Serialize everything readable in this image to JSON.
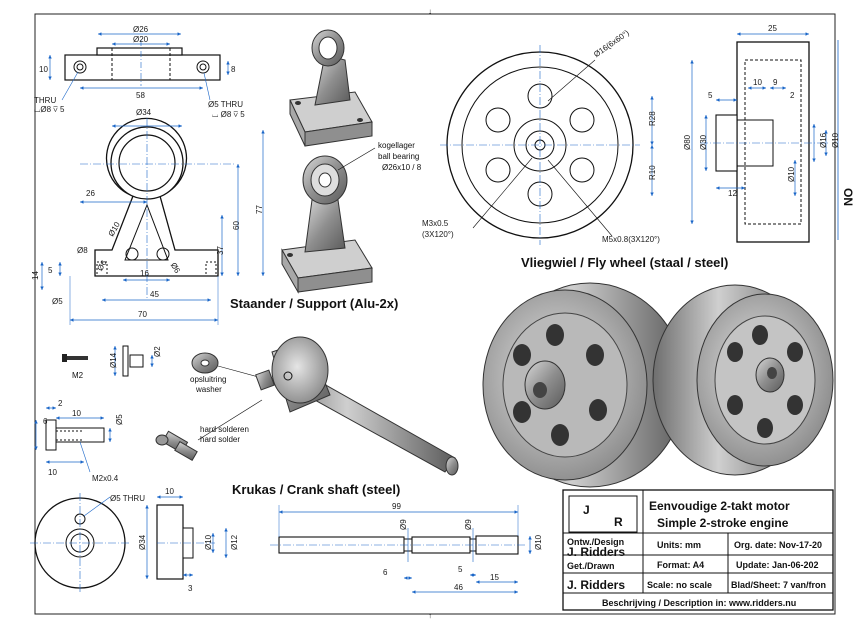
{
  "sections": {
    "support_title": "Staander / Support (Alu-2x)",
    "flywheel_title": "Vliegwiel / Fly wheel (staal / steel)",
    "crank_title": "Krukas / Crank shaft (steel)"
  },
  "support": {
    "top_dims": [
      "Ø26",
      "Ø20",
      "58",
      "10",
      "8"
    ],
    "thru_left_1": "THRU",
    "thru_left_2": "⌴Ø8 ⊽ 5",
    "thru_right_1": "Ø5 THRU",
    "thru_right_2": "⌴ Ø8 ⊽ 5",
    "front_dims": [
      "Ø34",
      "26",
      "Ø10",
      "77",
      "60",
      "37",
      "Ø8",
      "Ø6",
      "16",
      "Ø6",
      "5",
      "14",
      "Ø5",
      "45",
      "70"
    ],
    "bearing_label_1": "kogellager",
    "bearing_label_2": "ball bearing",
    "bearing_label_3": "Ø26x10 / 8"
  },
  "flywheel": {
    "dims": [
      "Ø16(6x60°)",
      "R28",
      "R10",
      "Ø80",
      "Ø30",
      "Ø10",
      "25",
      "10",
      "9",
      "5",
      "2",
      "Ø16",
      "Ø10",
      "12"
    ],
    "m3": "M3x0.5",
    "m3_pattern": "(3X120°)",
    "m5": "M5x0.8(3X120°)",
    "margin_mark": "ON"
  },
  "crank": {
    "m2": "M2",
    "washer_1": "opsluitring",
    "washer_2": "washer",
    "solder_1": "hard solderen",
    "solder_2": "hard solder",
    "pin_dims": [
      "Ø14",
      "Ø2",
      "2",
      "10",
      "6",
      "Ø5",
      "10",
      "M2x0.4"
    ],
    "disc_dims": [
      "Ø5 THRU",
      "10",
      "Ø34",
      "Ø10",
      "Ø12",
      "3"
    ],
    "shaft_dims": [
      "99",
      "Ø9",
      "Ø9",
      "Ø10",
      "6",
      "5",
      "15",
      "46"
    ]
  },
  "title_block": {
    "logo_j": "J",
    "logo_r": "R",
    "name_nl": "Eenvoudige 2-takt motor",
    "name_en": "Simple 2-stroke engine",
    "design_label": "Ontw./Design",
    "designer": "J. Ridders",
    "drawn_label": "Get./Drawn",
    "drawer": "J. Ridders",
    "units": "Units: mm",
    "format": "Format: A4",
    "scale": "Scale: no scale",
    "org_date": "Org. date: Nov-17-20",
    "update": "Update: Jan-06-202",
    "sheet": "Blad/Sheet: 7 van/fron",
    "description": "Beschrijving / Description in:  www.ridders.nu"
  },
  "colors": {
    "dimension": "#1a66c8",
    "line": "#111111",
    "metal": "#8f8f8f"
  }
}
